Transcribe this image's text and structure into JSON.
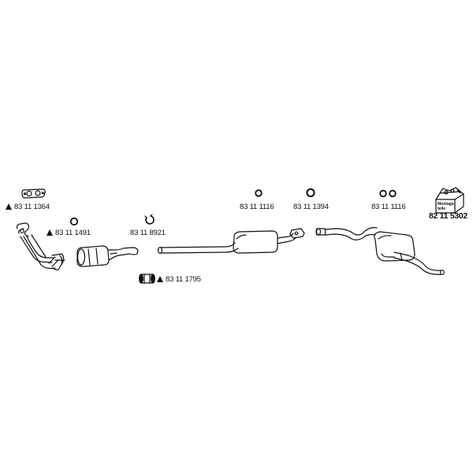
{
  "parts": {
    "gasket_front": {
      "number": "83 11 1364",
      "marked": true
    },
    "ring_front": {
      "number": "83 11 1491",
      "marked": true
    },
    "clamp_ring": {
      "number": "83 11 8921",
      "marked": false
    },
    "sleeve_clamp": {
      "number": "83 11 1795",
      "marked": true
    },
    "ring_middle": {
      "number": "83 11 1116",
      "marked": false
    },
    "ring_rear_single": {
      "number": "83 11 1394",
      "marked": false
    },
    "ring_rear_pair": {
      "number": "83 11 1116",
      "marked": false
    },
    "mounting_kit": {
      "number": "82 11 5302",
      "box_text": "Montage-\nteile"
    }
  },
  "colors": {
    "line": "#111111",
    "background": "#ffffff"
  }
}
